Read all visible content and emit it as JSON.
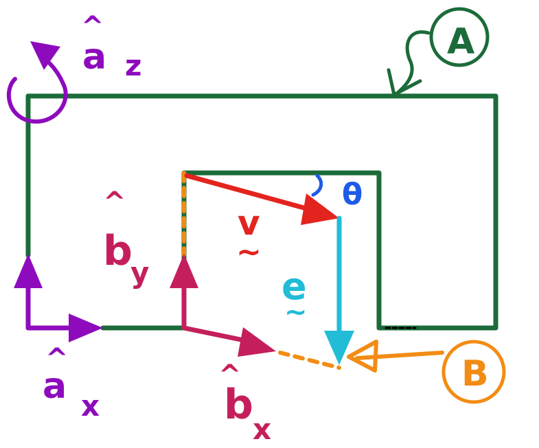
{
  "colors": {
    "frame_A": "#1c6b3a",
    "frame_a_vectors": "#8e0bbd",
    "frame_b_vectors": "#c41f5c",
    "vector_v": "#e3241e",
    "vector_e": "#22bcd6",
    "point_B": "#f28c14",
    "angle_theta": "#1e5be6"
  },
  "labels": {
    "frame_A": "A",
    "point_B": "B",
    "a_z": "a",
    "a_z_sub": "z",
    "a_x": "a",
    "a_x_sub": "x",
    "b_y": "b",
    "b_y_sub": "y",
    "b_x": "b",
    "b_x_sub": "x",
    "v": "v",
    "e": "e",
    "theta": "θ",
    "hat": "^",
    "tilde": "~"
  }
}
